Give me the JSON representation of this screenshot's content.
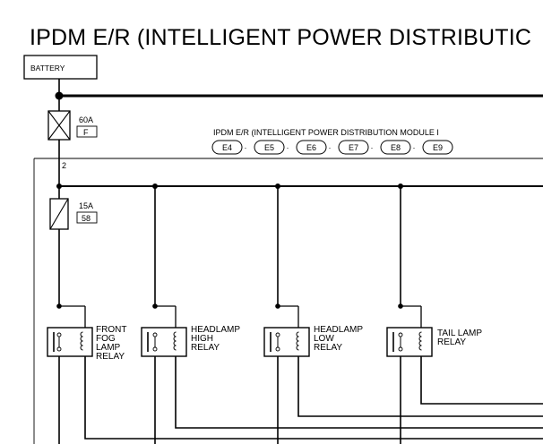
{
  "title": "IPDM E/R (INTELLIGENT POWER DISTRIBUTIC",
  "battery_label": "BATTERY",
  "main_fuse": {
    "rating": "60A",
    "id": "F"
  },
  "module_label": "IPDM E/R (INTELLIGENT POWER DISTRIBUTION MODULE I",
  "connectors": [
    "E4",
    "E5",
    "E6",
    "E7",
    "E8",
    "E9"
  ],
  "wire_number": "2",
  "sub_fuse": {
    "rating": "15A",
    "id": "58"
  },
  "relays": [
    {
      "lines": [
        "FRONT",
        "FOG",
        "LAMP",
        "RELAY"
      ]
    },
    {
      "lines": [
        "HEADLAMP",
        "HIGH",
        "RELAY"
      ]
    },
    {
      "lines": [
        "HEADLAMP",
        "LOW",
        "RELAY"
      ]
    },
    {
      "lines": [
        "TAIL LAMP",
        "RELAY"
      ]
    }
  ]
}
